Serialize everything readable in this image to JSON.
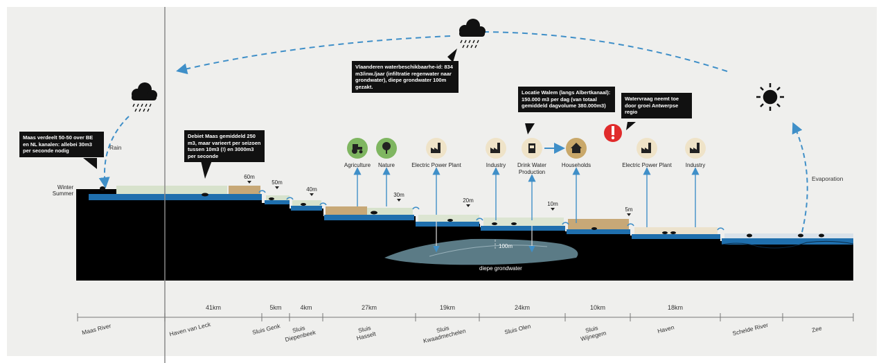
{
  "callouts": {
    "maas": "Maas verdeelt 50-50 over BE en NL kanalen: allebei 30m3 per seconde nodig",
    "debiet": "Debiet Maas gemiddeld 250 m3, maar varieert per seizoen tussen 10m3 (!) en 3000m3 per seconde",
    "vlaanderen": "Vlaanderen waterbeschikbaarhe-id: 834 m3/inw./jaar (infiltratie regenwater naar grondwater), diepe grondwater 100m gezakt.",
    "walem": "Locatie Walem (langs Albertkanaal): 150.000 m3 per dag (van totaal gemiddeld dagvolume 380.000m3)",
    "watervraag": "Watervraag neemt toe door groei Antwerpse regio"
  },
  "labels": {
    "rain": "Rain",
    "evaporation": "Evaporation",
    "winter": "Winter",
    "summer": "Summer",
    "groundwater": "diepe grondwater",
    "groundwater_depth": "100m"
  },
  "uses": [
    {
      "label": "Agriculture",
      "icon": "tractor-icon"
    },
    {
      "label": "Nature",
      "icon": "tree-icon"
    },
    {
      "label": "Electric Power Plant",
      "icon": "factory-icon"
    },
    {
      "label": "Industry",
      "icon": "factory-icon"
    },
    {
      "label": "Drink Water Production",
      "icon": "water-plant-icon"
    },
    {
      "label": "Households",
      "icon": "house-icon"
    },
    {
      "label": "Electric Power Plant",
      "icon": "factory-icon"
    },
    {
      "label": "Industry",
      "icon": "factory-icon"
    }
  ],
  "heights": [
    "60m",
    "50m",
    "40m",
    "30m",
    "20m",
    "10m",
    "5m"
  ],
  "distances": [
    "41km",
    "5km",
    "4km",
    "27km",
    "19km",
    "24km",
    "10km",
    "18km"
  ],
  "regions": [
    "Maas River",
    "Haven van Leck",
    "Sluis Genk",
    "Sluis Diepenbeek",
    "Sluis Hasselt",
    "Sluis Kwaadmechelen",
    "Sluis Olen",
    "Sluis Wijnegem",
    "Haven",
    "Schelde River",
    "Zee"
  ],
  "colors": {
    "water": "#1f6fad",
    "arrow": "#3f8fc8",
    "ground": "#000000",
    "alert": "#e02b2b",
    "use_green": "#7fb661",
    "use_beige": "#efe3c8"
  }
}
